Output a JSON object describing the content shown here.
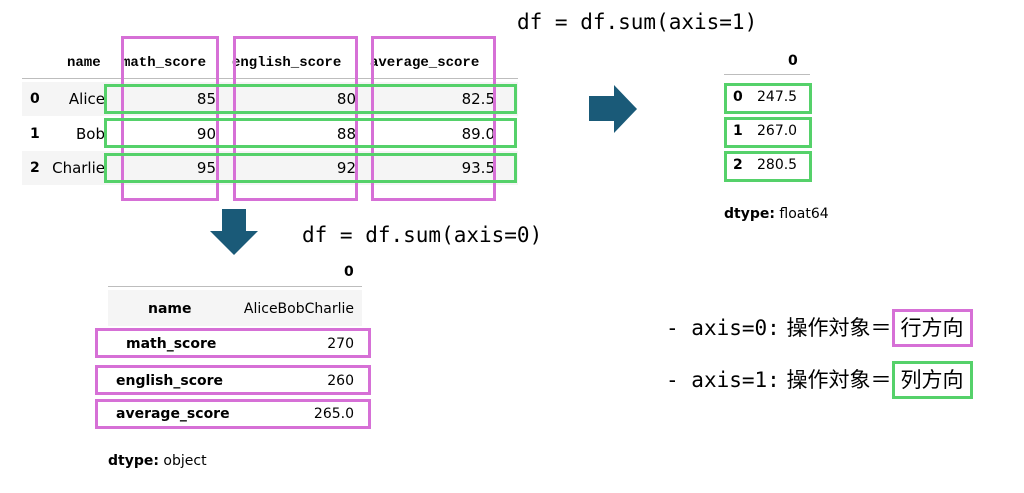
{
  "colors": {
    "arrow": "#1a5a78",
    "column_box": "#d670d6",
    "row_box": "#55d16a",
    "stripe": "#f5f5f5"
  },
  "dataframe": {
    "header": [
      "name",
      "math_score",
      "english_score",
      "average_score"
    ],
    "rows": [
      {
        "index": "0",
        "name": "Alice",
        "math_score": "85",
        "english_score": "80",
        "average_score": "82.5"
      },
      {
        "index": "1",
        "name": "Bob",
        "math_score": "90",
        "english_score": "88",
        "average_score": "89.0"
      },
      {
        "index": "2",
        "name": "Charlie",
        "math_score": "95",
        "english_score": "92",
        "average_score": "93.5"
      }
    ]
  },
  "code_axis1": "df = df.sum(axis=1)",
  "code_axis0": "df = df.sum(axis=0)",
  "sum_axis1": {
    "column": "0",
    "rows": [
      {
        "index": "0",
        "value": "247.5"
      },
      {
        "index": "1",
        "value": "267.0"
      },
      {
        "index": "2",
        "value": "280.5"
      }
    ],
    "dtype_label": "dtype:",
    "dtype_value": "float64"
  },
  "sum_axis0": {
    "column": "0",
    "rows": [
      {
        "index": "name",
        "value": "AliceBobCharlie"
      },
      {
        "index": "math_score",
        "value": "270"
      },
      {
        "index": "english_score",
        "value": "260"
      },
      {
        "index": "average_score",
        "value": "265.0"
      }
    ],
    "dtype_label": "dtype:",
    "dtype_value": "object"
  },
  "legend": [
    {
      "prefix": "- ",
      "code": "axis=0:",
      "text": " 操作対象＝",
      "boxed": "行方向"
    },
    {
      "prefix": "- ",
      "code": "axis=1:",
      "text": " 操作対象＝",
      "boxed": "列方向"
    }
  ],
  "icons": [
    "arrow-right-icon",
    "arrow-down-icon"
  ]
}
